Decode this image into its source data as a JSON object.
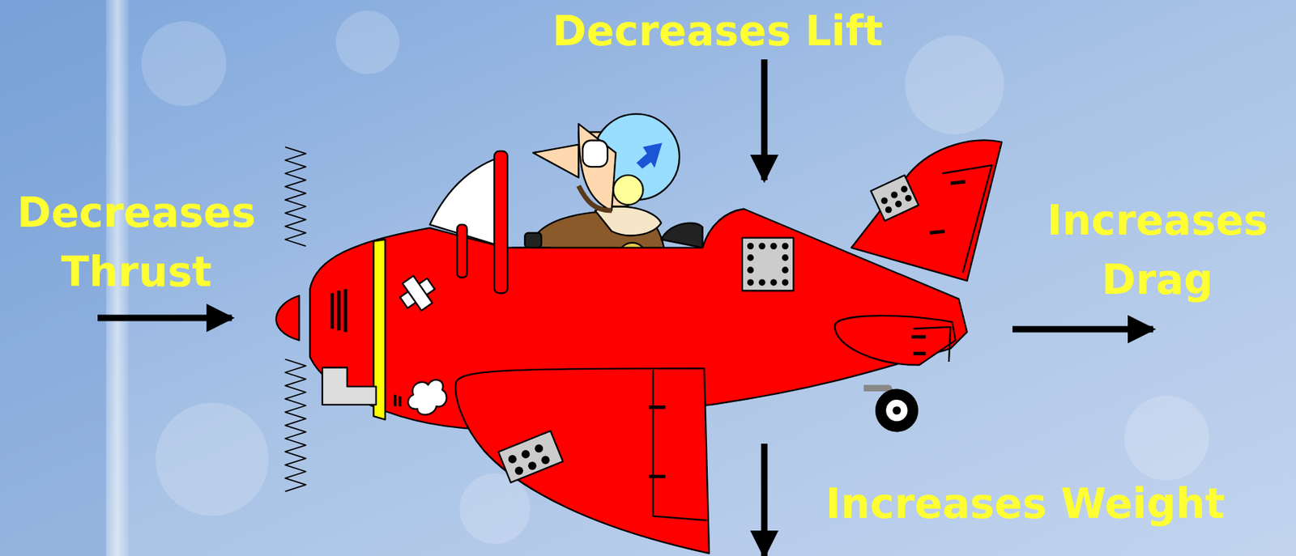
{
  "diagram": {
    "labels": [
      "Decreases Lift",
      "Decreases Thrust",
      "Increases Drag",
      "Increases Weight"
    ]
  }
}
